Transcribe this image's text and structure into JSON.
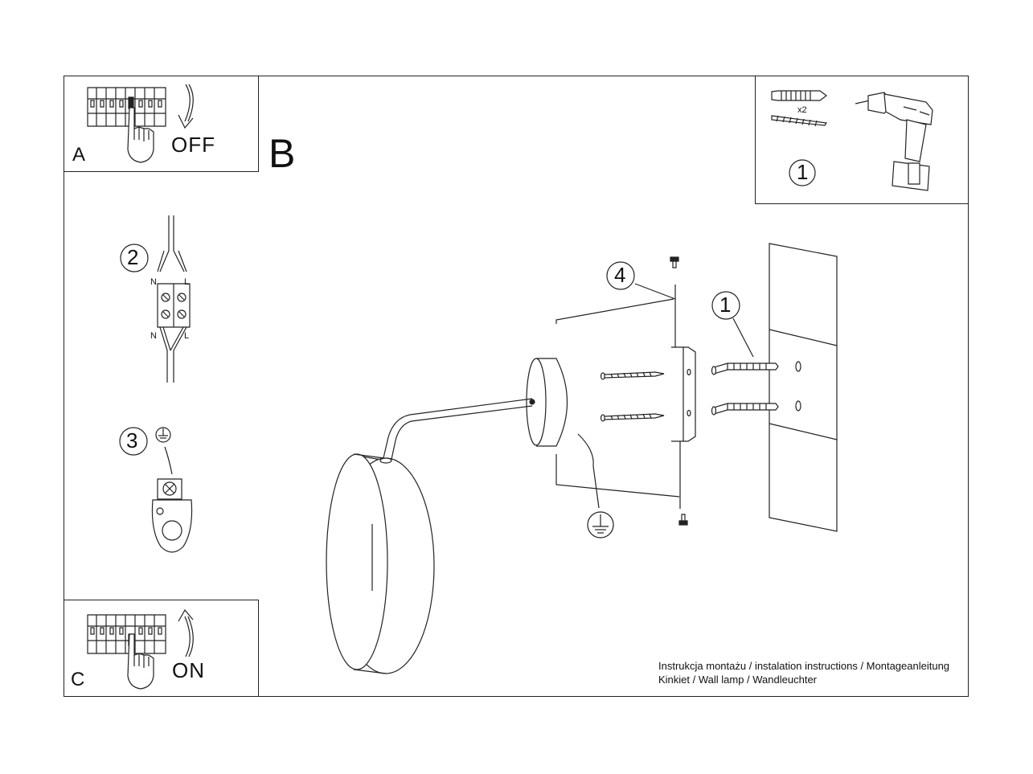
{
  "panel_a": {
    "letter": "A",
    "action": "OFF"
  },
  "panel_c": {
    "letter": "C",
    "action": "ON"
  },
  "main": {
    "letter": "B"
  },
  "tools_panel": {
    "step": "1",
    "quantity": "x2"
  },
  "callouts": {
    "step_1": "1",
    "step_2": "2",
    "step_3": "3",
    "step_4": "4"
  },
  "connector": {
    "left_top": "N",
    "right_top": "L",
    "left_bottom": "N",
    "right_bottom": "L"
  },
  "caption": {
    "line1": "Instrukcja montażu / instalation instructions / Montageanleitung",
    "line2": "Kinkiet / Wall lamp / Wandleuchter"
  },
  "icons": [
    "breaker-panel-icon",
    "hand-pointer-icon",
    "arrow-down-icon",
    "arrow-up-icon",
    "wall-plug-icon",
    "screw-icon",
    "drill-icon",
    "ground-symbol-icon",
    "terminal-block-icon",
    "ground-terminal-icon"
  ]
}
